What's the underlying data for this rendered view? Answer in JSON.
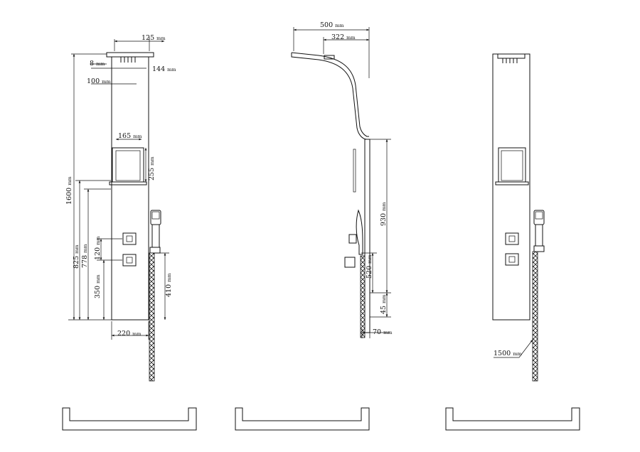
{
  "front_view": {
    "dims": {
      "head_width": {
        "value": "125",
        "unit": "mm"
      },
      "head_thickness": {
        "value": "8",
        "unit": "mm"
      },
      "head_depth": {
        "value": "144",
        "unit": "mm"
      },
      "head_offset": {
        "value": "100",
        "unit": "mm"
      },
      "total_height": {
        "value": "1600",
        "unit": "mm"
      },
      "shelf_width": {
        "value": "165",
        "unit": "mm"
      },
      "shelf_height": {
        "value": "255",
        "unit": "mm"
      },
      "shelf_bottom_height": {
        "value": "825",
        "unit": "mm"
      },
      "rail_height": {
        "value": "778",
        "unit": "mm"
      },
      "valve_spacing": {
        "value": "120",
        "unit": "mm"
      },
      "lower_valve_height": {
        "value": "350",
        "unit": "mm"
      },
      "hose_outlet_height": {
        "value": "410",
        "unit": "mm"
      },
      "panel_width": {
        "value": "220",
        "unit": "mm"
      }
    }
  },
  "side_view": {
    "dims": {
      "arm_reach": {
        "value": "500",
        "unit": "mm"
      },
      "head_length": {
        "value": "322",
        "unit": "mm"
      },
      "jets_height": {
        "value": "930",
        "unit": "mm"
      },
      "handset_height": {
        "value": "520",
        "unit": "mm"
      },
      "bottom_offset": {
        "value": "45",
        "unit": "mm"
      },
      "panel_depth": {
        "value": "70",
        "unit": "mm"
      }
    }
  },
  "back_view": {
    "dims": {
      "hose_length": {
        "value": "1500",
        "unit": "mm"
      }
    }
  }
}
